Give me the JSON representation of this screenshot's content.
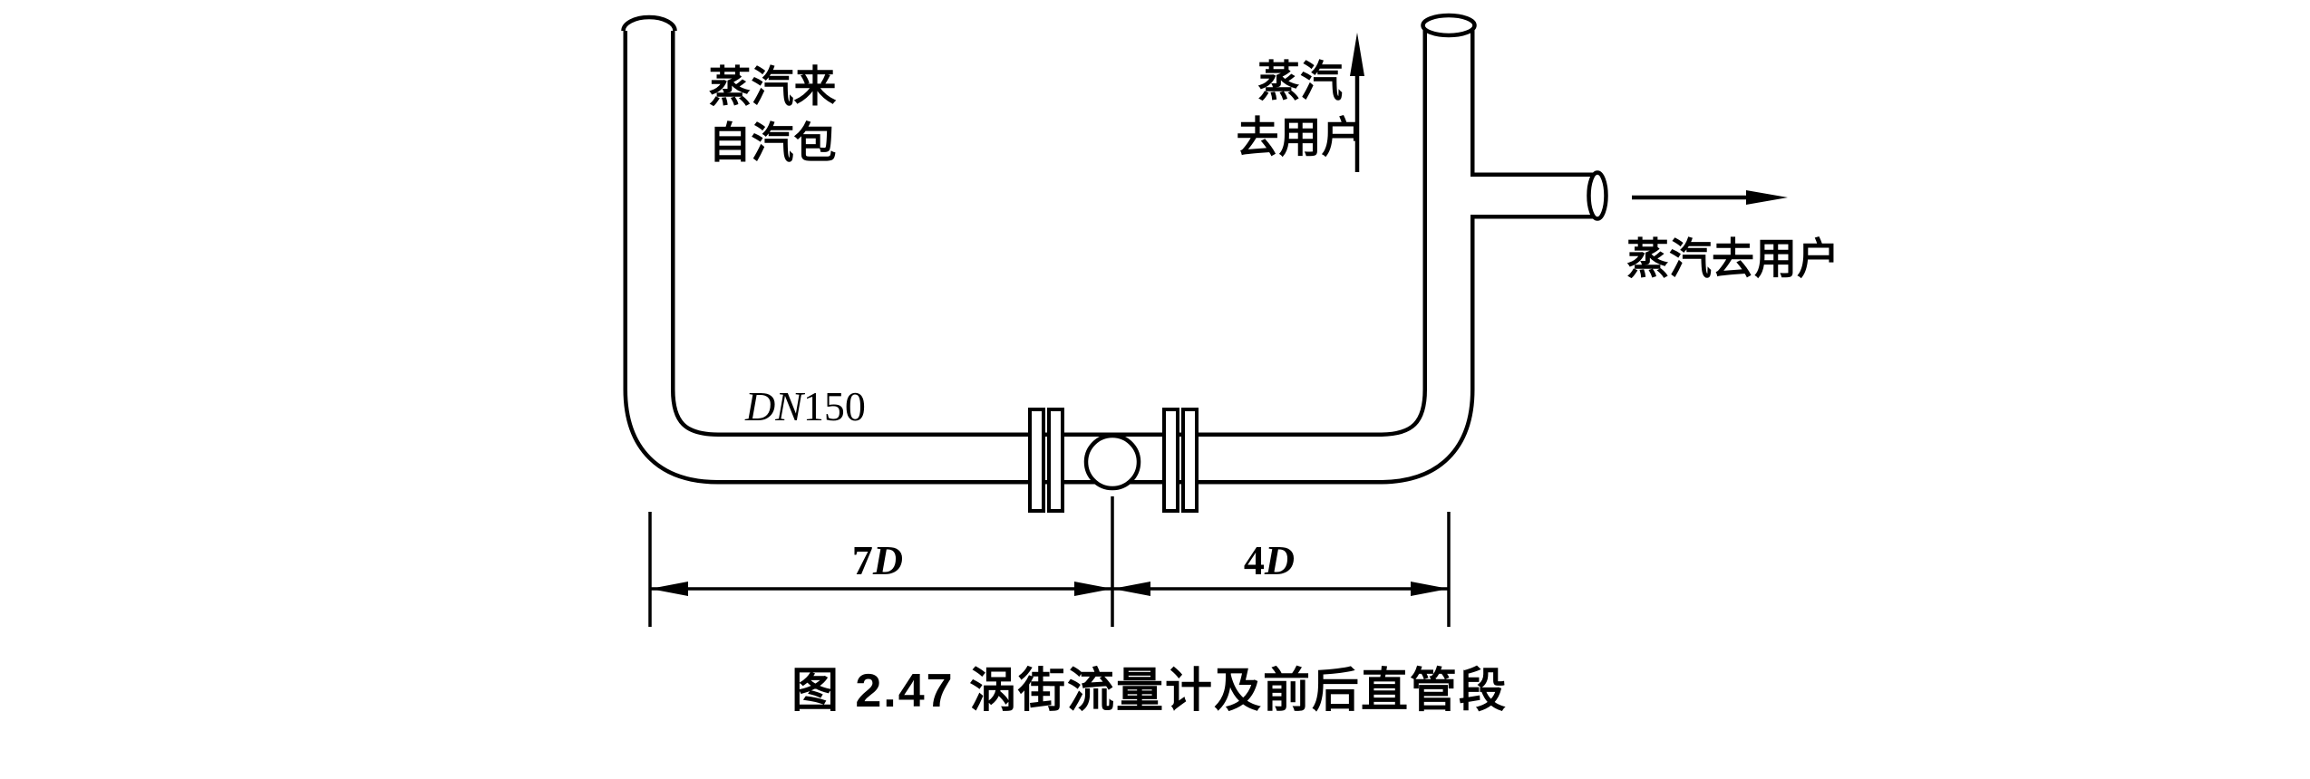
{
  "figure": {
    "caption": "图 2.47 涡街流量计及前后直管段",
    "inlet_label": {
      "line1": "蒸汽来",
      "line2": "自汽包"
    },
    "pipe_label": {
      "prefix": "DN",
      "size": "150"
    },
    "outlet_top_label": {
      "line1": "蒸汽",
      "line2": "去用户"
    },
    "outlet_right_label": "蒸汽去用户",
    "dimensions": {
      "upstream": {
        "value": "7",
        "unit": "D"
      },
      "downstream": {
        "value": "4",
        "unit": "D"
      }
    },
    "colors": {
      "line": "#000000",
      "background": "#ffffff"
    }
  }
}
